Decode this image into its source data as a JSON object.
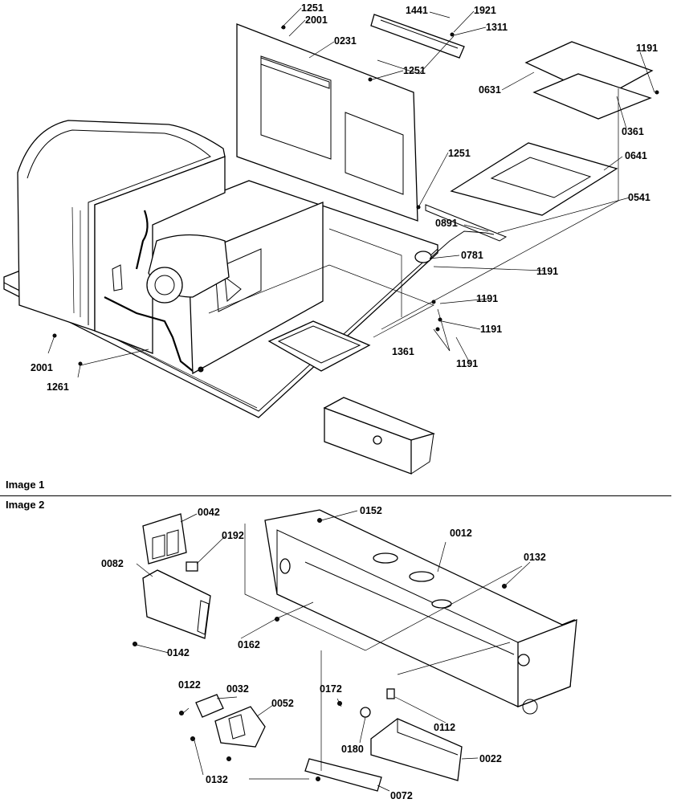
{
  "sections": [
    {
      "label": "Image 1"
    },
    {
      "label": "Image 2"
    }
  ],
  "image1_callouts": [
    "1251",
    "2001",
    "0231",
    "1441",
    "1921",
    "1311",
    "1251",
    "0631",
    "1191",
    "0361",
    "0641",
    "1251",
    "0541",
    "0891",
    "0781",
    "1191",
    "1191",
    "1191",
    "1361",
    "1191",
    "2001",
    "1261"
  ],
  "image2_callouts": [
    "0042",
    "0152",
    "0012",
    "0192",
    "0082",
    "0132",
    "0162",
    "0142",
    "0032",
    "0122",
    "0052",
    "0172",
    "0112",
    "0180",
    "0022",
    "0132",
    "0072"
  ]
}
